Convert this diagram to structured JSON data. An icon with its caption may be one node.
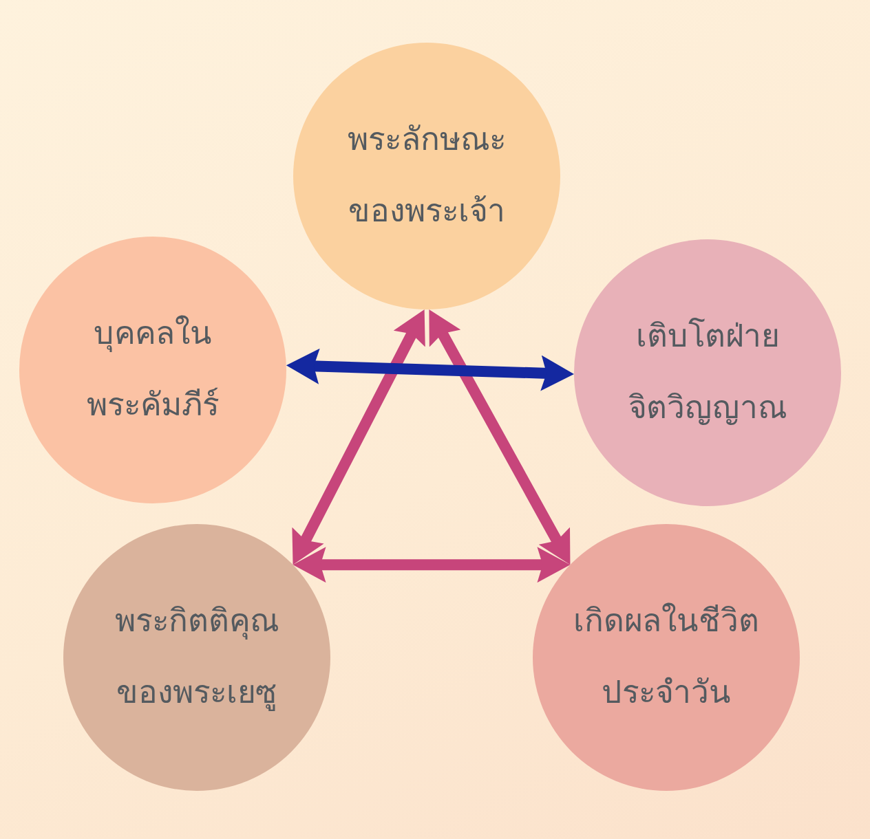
{
  "diagram": {
    "nodes": [
      {
        "text": [
          "พระลักษณะของพระเจ้า"
        ]
      },
      {
        "text": [
          "บุคคลในพระคัมภีร์"
        ]
      },
      {
        "text": [
          "เติบโตฝ่ายจิตวิญญาณ"
        ]
      },
      {
        "text": [
          "พระกิตติคุณของพระเยซู"
        ]
      },
      {
        "text": [
          "เกิดผลในชีวิตประจำวัน"
        ]
      }
    ],
    "edges": [
      {
        "from": 0,
        "to": 3,
        "arrow": "both"
      },
      {
        "from": 0,
        "to": 4,
        "arrow": "both"
      },
      {
        "from": 1,
        "to": 2,
        "arrow": "both",
        "color": "#1428a0"
      },
      {
        "from": 3,
        "to": 4,
        "arrow": "both"
      }
    ]
  }
}
